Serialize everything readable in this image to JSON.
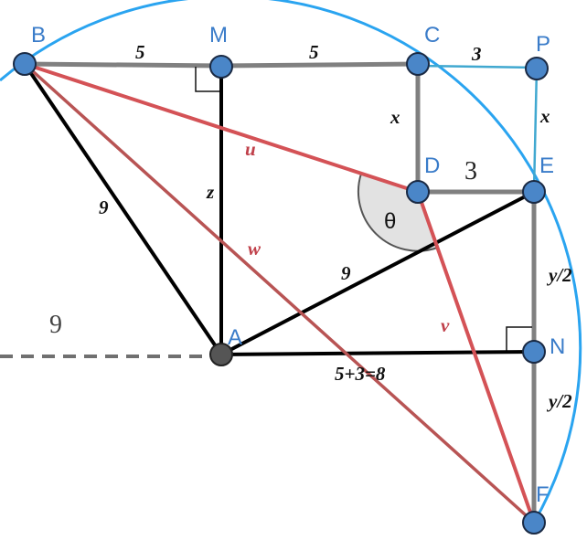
{
  "points": {
    "B": "B",
    "M": "M",
    "C": "C",
    "P": "P",
    "D": "D",
    "E": "E",
    "A": "A",
    "N": "N",
    "F": "F"
  },
  "edge_labels": {
    "bm": "5",
    "mc": "5",
    "cp": "3",
    "cd": "x",
    "pe": "x",
    "de": "3",
    "ba": "9",
    "ma": "z",
    "ae": "9",
    "en": "y/2",
    "nf": "y/2",
    "an": "5+3=8",
    "radius_left": "9"
  },
  "red_labels": {
    "u": "u",
    "w": "w",
    "v": "v"
  },
  "angle_label": "θ",
  "colors": {
    "circle": "#2aa4f0",
    "gray": "#808080",
    "black": "#000000",
    "red": "#d45256",
    "dark_red": "#b85454",
    "teal": "#40a8d0",
    "point": "#4a86c8"
  }
}
